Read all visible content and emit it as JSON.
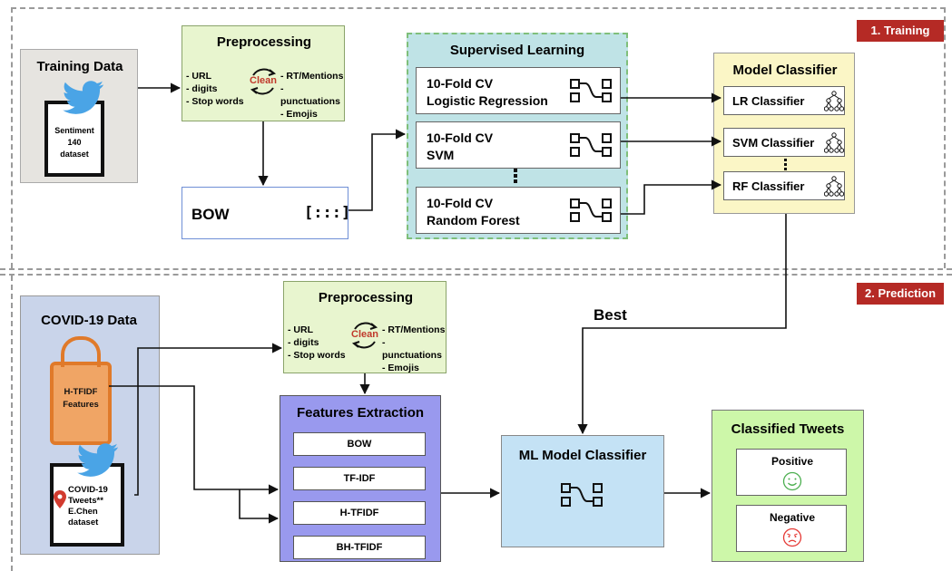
{
  "phases": {
    "training_label": "1. Training",
    "prediction_label": "2. Prediction"
  },
  "training": {
    "data_title": "Training Data",
    "dataset_label_1": "Sentiment",
    "dataset_label_2": "140",
    "dataset_label_3": "dataset",
    "preprocessing": {
      "title": "Preprocessing",
      "left_items": [
        "- URL",
        "- digits",
        "- Stop words"
      ],
      "center_label": "Clean",
      "right_items": [
        "- RT/Mentions",
        "- punctuations",
        "- Emojis"
      ]
    },
    "bow": {
      "label": "BOW",
      "icon_label": "[:::]"
    },
    "supervised": {
      "title": "Supervised Learning",
      "items": [
        {
          "line1": "10-Fold CV",
          "line2": "Logistic Regression"
        },
        {
          "line1": "10-Fold CV",
          "line2": "SVM"
        },
        {
          "line1": "10-Fold CV",
          "line2": "Random Forest"
        }
      ]
    },
    "model_classifier": {
      "title": "Model Classifier",
      "items": [
        "LR Classifier",
        "SVM Classifier",
        "RF Classifier"
      ]
    }
  },
  "prediction": {
    "data_title": "COVID-19 Data",
    "bag_label_1": "H-TFIDF",
    "bag_label_2": "Features",
    "doc_label_1": "COVID-19",
    "doc_label_2": "Tweets**",
    "doc_label_3": "E.Chen",
    "doc_label_4": "dataset",
    "preprocessing": {
      "title": "Preprocessing",
      "left_items": [
        "- URL",
        "- digits",
        "- Stop words"
      ],
      "center_label": "Clean",
      "right_items": [
        "- RT/Mentions",
        "- punctuations",
        "- Emojis"
      ]
    },
    "best_label": "Best",
    "features": {
      "title": "Features Extraction",
      "items": [
        "BOW",
        "TF-IDF",
        "H-TFIDF",
        "BH-TFIDF"
      ]
    },
    "ml_classifier": {
      "title": "ML Model Classifier"
    },
    "classified": {
      "title": "Classified Tweets",
      "positive": "Positive",
      "negative": "Negative"
    }
  },
  "colors": {
    "phase_tag": "#b52a25",
    "preprocessing_fill": "#e8f5cf",
    "bow_border": "#6f8fd6",
    "supervised_fill": "#bfe3e6",
    "model_classifier_fill": "#fbf6c6",
    "features_fill": "#9999ee",
    "ml_fill": "#c4e2f5",
    "classified_fill": "#cdf7a9",
    "twitter_blue": "#4aa4e6",
    "bag_orange": "#e68a3b",
    "clean_red": "#c0392b"
  }
}
